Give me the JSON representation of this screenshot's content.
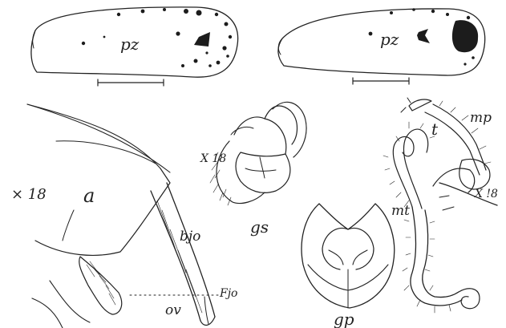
{
  "labels": {
    "pz_left": "pz",
    "pz_right": "pz",
    "mag_left": "× 18",
    "mag_center": "X 18",
    "mag_right": "X !8",
    "a": "a",
    "bjo": "bjo",
    "fjo": "Fjo",
    "ov": "ov",
    "gs": "gs",
    "gp": "gp",
    "t": "t",
    "mp": "mp",
    "mt": "mt"
  }
}
